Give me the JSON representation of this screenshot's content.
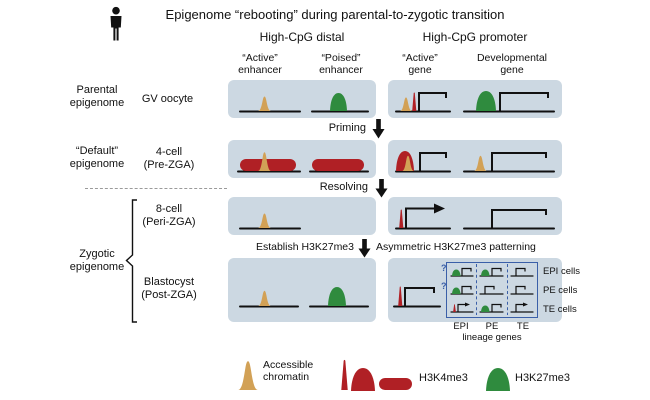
{
  "title": "Epigenome “rebooting” during parental-to-zygotic transition",
  "colors": {
    "panel": "#ccd8e2",
    "tan": "#d2a156",
    "red": "#b02025",
    "green": "#2f8b3e",
    "blue": "#3a5fa8",
    "text": "#111111"
  },
  "columns": {
    "distal_header": "High-CpG distal",
    "promoter_header": "High-CpG promoter",
    "active_enhancer_1": "“Active”",
    "active_enhancer_2": "enhancer",
    "poised_enhancer_1": "“Poised”",
    "poised_enhancer_2": "enhancer",
    "active_gene_1": "“Active”",
    "active_gene_2": "gene",
    "dev_gene_1": "Developmental",
    "dev_gene_2": "gene"
  },
  "rows": {
    "parental_1": "Parental",
    "parental_2": "epigenome",
    "gv_stage": "GV oocyte",
    "default_1": "“Default”",
    "default_2": "epigenome",
    "fourcell_1": "4-cell",
    "fourcell_2": "(Pre-ZGA)",
    "zygotic_1": "Zygotic",
    "zygotic_2": "epigenome",
    "eightcell_1": "8-cell",
    "eightcell_2": "(Peri-ZGA)",
    "blastocyst_1": "Blastocyst",
    "blastocyst_2": "(Post-ZGA)"
  },
  "transitions": {
    "priming": "Priming",
    "resolving": "Resolving",
    "establish": "Establish H3K27me3",
    "asymmetric": "Asymmetric H3K27me3 patterning"
  },
  "blastocyst_box": {
    "question_mark": "?",
    "cell_rows": [
      "EPI cells",
      "PE cells",
      "TE cells"
    ],
    "col_labels": [
      "EPI",
      "PE",
      "TE"
    ],
    "caption": "lineage genes"
  },
  "legend": {
    "accessible_1": "Accessible",
    "accessible_2": "chromatin",
    "h3k4me3": "H3K4me3",
    "h3k27me3": "H3K27me3"
  }
}
